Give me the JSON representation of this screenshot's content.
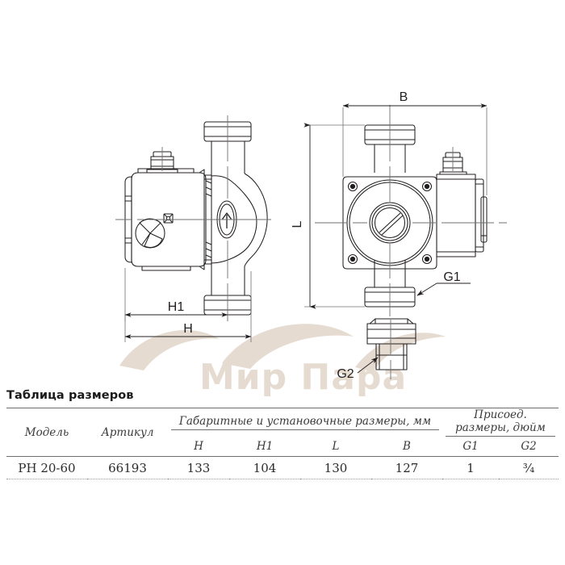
{
  "watermark": {
    "text": "Мир Пара",
    "color": "#e6dbd0"
  },
  "drawing": {
    "line_color": "#231f20",
    "centerline_color": "#6f7072",
    "dimensions": {
      "h1_label": "H1",
      "h_label": "H",
      "b_label": "B",
      "l_label": "L",
      "g1_label": "G1",
      "g2_label": "G2"
    }
  },
  "table": {
    "title": "Таблица размеров",
    "group_headers": {
      "model": "Модель",
      "artikul": "Артикул",
      "overall": "Габаритные и установочные размеры, мм",
      "connect": "Присоед. размеры, дюйм"
    },
    "sub_headers": [
      "H",
      "H1",
      "L",
      "B",
      "G1",
      "G2"
    ],
    "rows": [
      {
        "model": "PH 20-60",
        "artikul": "66193",
        "H": "133",
        "H1": "104",
        "L": "130",
        "B": "127",
        "G1": "1",
        "G2": "¾"
      }
    ]
  }
}
